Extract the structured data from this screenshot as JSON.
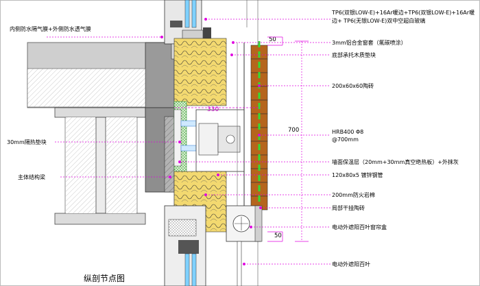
{
  "title": "纵剖节点图",
  "labels_left": {
    "membranes": "内侧防水隔气膜+外侧防水透气膜",
    "thermal_pad": "30mm隔热垫块",
    "beam": "主体结构梁"
  },
  "labels_right": {
    "glass_line1": "TP6(双银LOW-E)+16Ar暖边+TP6(双银LOW-E)+16Ar暖",
    "glass_line2": "边+ TP6(无银LOW-E)双中空超白玻璃",
    "cover": "3mm铝合金窗套（氟碳喷涂）",
    "wood": "底部承托木质垫块",
    "tile": "200x60x60陶砖",
    "rebar_line1": "HRB400 Φ8",
    "rebar_line2": "@700mm",
    "insulation": "墙面保温层（20mm+30mm真空绝热板）+外抹灰",
    "steel_tube": "120x80x5 镀锌钢管",
    "rockwool": "200mm防火岩棉",
    "hang_tile": "局部干挂陶砖",
    "blind_box": "电动外遮阳百叶窗帘盒",
    "blind": "电动外遮阳百叶"
  },
  "dimensions": {
    "top_gap": "50",
    "depth": "330",
    "height": "700",
    "bottom_gap": "50"
  },
  "colors": {
    "leader": "#e000e0",
    "insulation_fill": "#f3d970",
    "tile_fill": "#b5651d",
    "dash_green": "#33dd33",
    "concrete": "#9a9a9a"
  }
}
